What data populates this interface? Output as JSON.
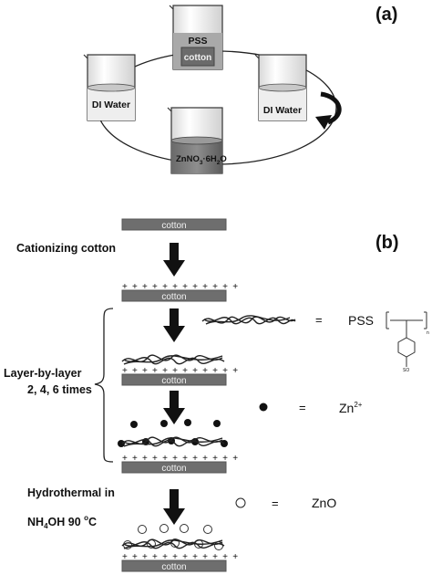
{
  "panel_a": {
    "label": "(a)",
    "beakers": {
      "top": {
        "top_text": "PSS",
        "sample_text": "cotton"
      },
      "left": {
        "text": "DI Water"
      },
      "right": {
        "text": "DI Water"
      },
      "bottom": {
        "text_main": "ZnNO",
        "sub1": "3",
        "text_mid": "·6H",
        "sub2": "2",
        "text_end": "O"
      }
    },
    "rotation_arrow": "curved-rotation-arrow"
  },
  "panel_b": {
    "label": "(b)",
    "strip_label": "cotton",
    "steps": {
      "cationizing": "Cationizing cotton",
      "lbl_line1": "Layer-by-layer",
      "lbl_line2": "2, 4, 6 times",
      "hydro_line1": "Hydrothermal in",
      "hydro_nh4oh": {
        "a": "NH",
        "sub": "4",
        "b": "OH 90 ",
        "deg": "o",
        "c": "C"
      }
    },
    "legend": {
      "pss_equals": "=",
      "pss_label": "PSS",
      "pss_structure_sub": "SO",
      "pss_structure_n": "n",
      "zn_equals": "=",
      "zn_label": "Zn",
      "zn_sup": "2+",
      "zno_equals": "=",
      "zno_label": "ZnO"
    },
    "plus_row": "+ + + + + + + + + + + +"
  }
}
